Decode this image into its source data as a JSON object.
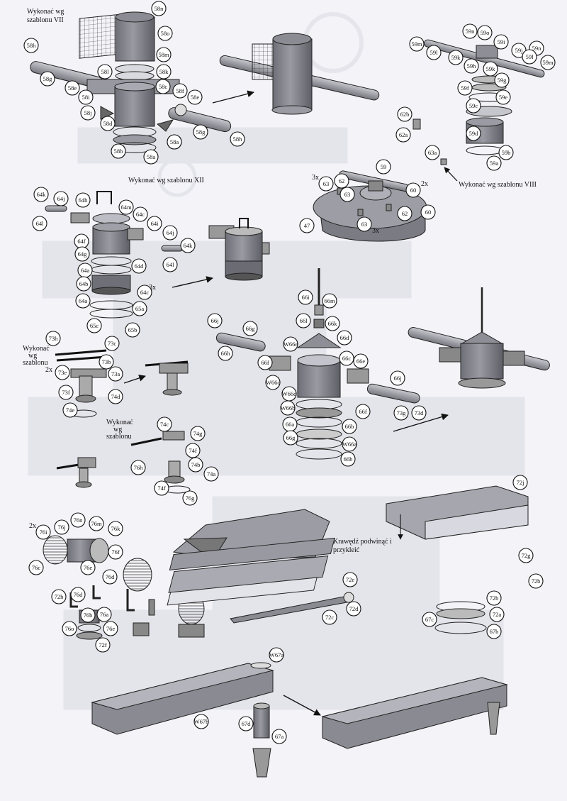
{
  "notes": {
    "template_vii": [
      "Wykonać wg",
      "szablonu VII"
    ],
    "template_xii": "Wykonać wg szablonu XII",
    "template_viii": "Wykonać wg szablonu VIII",
    "template_73": [
      "Wykonać",
      "wg",
      "szablonu"
    ],
    "template_74": [
      "Wykonać",
      "wg",
      "szablonu"
    ],
    "fold_edge": [
      "Krawędź podwinąć i",
      "przykleić"
    ]
  },
  "quantities": {
    "q47": "3x",
    "q47b": "3x",
    "q60": "2x",
    "q64": "3x",
    "q73": "2x",
    "q76": "2x"
  },
  "labels": [
    "58n",
    "58o",
    "58m",
    "58k",
    "58c",
    "58l",
    "58i",
    "58h",
    "58g",
    "58e",
    "58f",
    "58e",
    "58j",
    "58d",
    "58b",
    "58a",
    "58j",
    "58g",
    "58h",
    "58a",
    "58b",
    "59m",
    "59l",
    "59k",
    "59n",
    "59o",
    "59i",
    "59j",
    "59n",
    "59l",
    "59m",
    "59h",
    "59k",
    "59g",
    "59f",
    "59e",
    "59c",
    "59d",
    "59b",
    "59a",
    "62b",
    "62a",
    "63a",
    "59",
    "62",
    "60",
    "63",
    "63",
    "60",
    "62",
    "47",
    "63",
    "64k",
    "64j",
    "64l",
    "64h",
    "64m",
    "64c",
    "64i",
    "64f",
    "64j",
    "64k",
    "64g",
    "64l",
    "64d",
    "64a",
    "64b",
    "64c",
    "64a",
    "65a",
    "65c",
    "65b",
    "66i",
    "66m",
    "66l",
    "66k",
    "66j",
    "66g",
    "66h",
    "W66e",
    "66d",
    "66c",
    "66e",
    "66f",
    "W66c",
    "W66d",
    "66f",
    "W66b",
    "66b",
    "66a",
    "W66a",
    "66g",
    "66h",
    "66j",
    "73g",
    "73d",
    "73h",
    "73c",
    "73e",
    "73b",
    "73a",
    "73f",
    "74e",
    "74d",
    "74c",
    "74g",
    "74f",
    "74b",
    "74a",
    "74f",
    "76g",
    "76h",
    "76i",
    "76j",
    "76n",
    "76m",
    "76k",
    "76f",
    "76e",
    "76c",
    "76d",
    "76d",
    "76b",
    "76a",
    "76o",
    "76e",
    "72f",
    "72h",
    "72j",
    "72e",
    "72d",
    "72g",
    "72b",
    "72c",
    "72b",
    "72a",
    "67c",
    "67b",
    "W67a",
    "67d",
    "67a",
    "W67b"
  ]
}
